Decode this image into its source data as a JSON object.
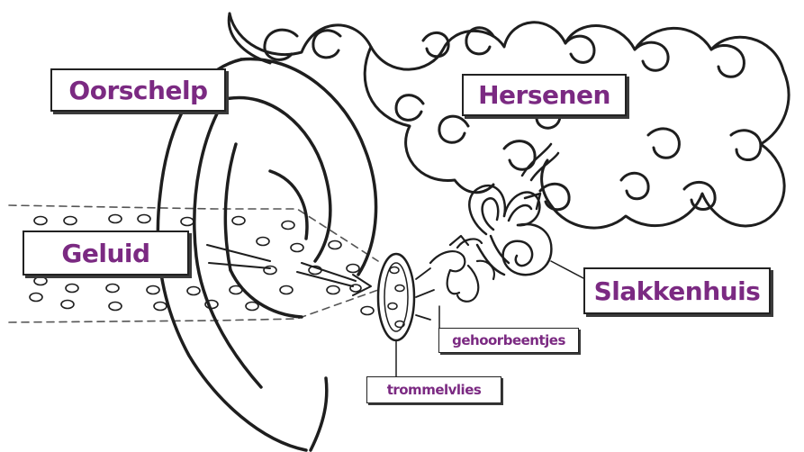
{
  "colors": {
    "label_text": "#7b2a82",
    "line": "#1e1e1e",
    "background": "#ffffff"
  },
  "labels": {
    "oorschelp": "Oorschelp",
    "hersenen": "Hersenen",
    "geluid": "Geluid",
    "slakkenhuis": "Slakkenhuis",
    "gehoorbeentjes": "gehoorbeentjes",
    "trommelvlies": "trommelvlies"
  }
}
